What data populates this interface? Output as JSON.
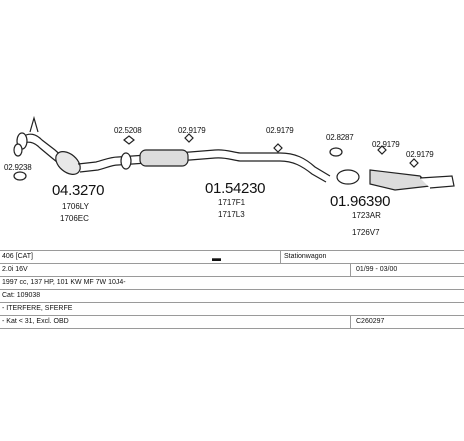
{
  "parts": {
    "clamp_left": "02.9238",
    "p1_num": "04.3270",
    "p1_ref1": "1706LY",
    "p1_ref2": "1706EC",
    "clamp_a": "02.5208",
    "clamp_b": "02.9179",
    "p2_num": "01.54230",
    "p2_ref1": "1717F1",
    "p2_ref2": "1717L3",
    "clamp_c": "02.9179",
    "clamp_d": "02.8287",
    "clamp_e": "02.9179",
    "clamp_f": "02.9179",
    "p3_num": "01.96390",
    "p3_ref1": "1723AR",
    "p3_ref2": "1726V7"
  },
  "info": {
    "model": "406 [CAT]",
    "body": "Stationwagon",
    "engine": "2.0i 16V",
    "years": "01/99 - 03/00",
    "specs": "1997 cc, 137 HP, 101 KW MF 7W 10J4-",
    "cat": "Cat: 109038",
    "flags": "- ITERFERE, SFERFE",
    "kat": "- Kat < 31, Excl. OBD",
    "code": "C260297"
  }
}
